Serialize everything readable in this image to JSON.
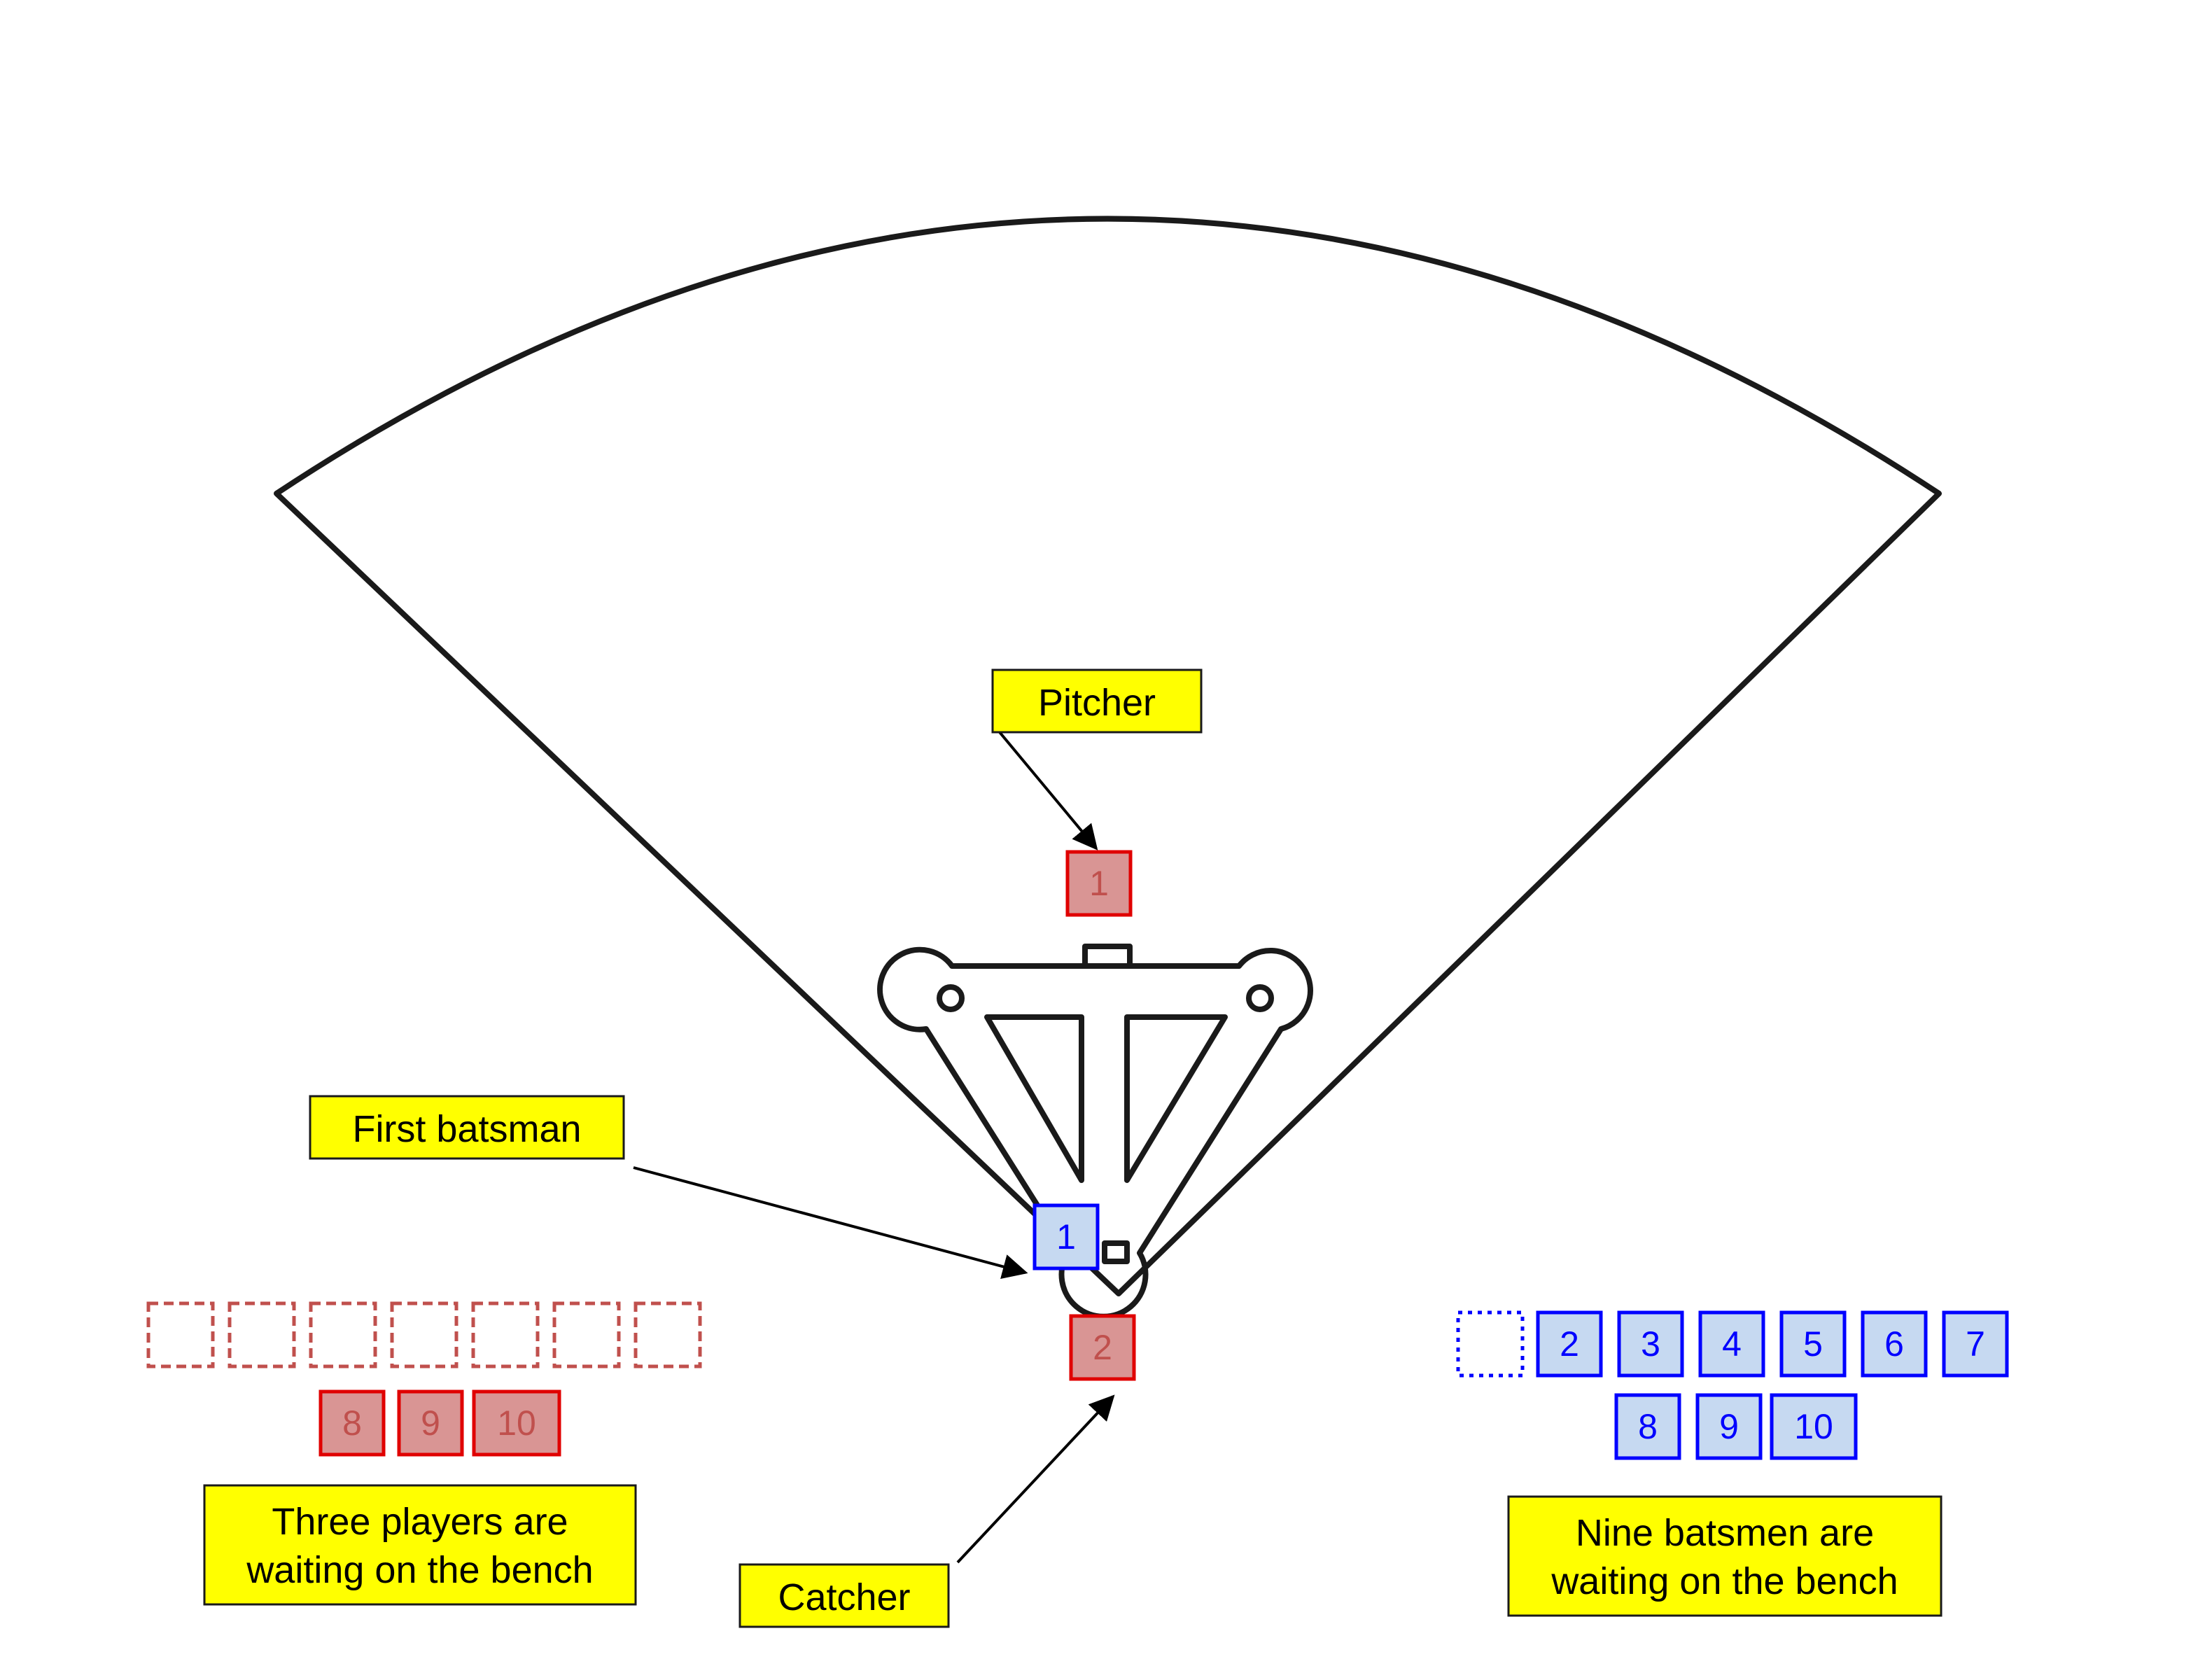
{
  "colors": {
    "label_fill": "#ffff00",
    "fielder_fill": "#d99594",
    "fielder_stroke": "#e00000",
    "fielder_text": "#c0504d",
    "batter_fill": "#c6d9f1",
    "batter_stroke": "#0000ff",
    "batter_text": "#0000ff",
    "bench_empty_red": "#c0504d",
    "bench_empty_blue": "#0000ff"
  },
  "labels": {
    "pitcher": "Pitcher",
    "first_batsman": "First batsman",
    "catcher": "Catcher",
    "fielding_bench": [
      "Three players are",
      "waiting on the bench"
    ],
    "batting_bench": [
      "Nine batsmen are",
      "waiting on the bench"
    ]
  },
  "players": {
    "pitcher": "1",
    "catcher": "2",
    "first_batsman": "1",
    "fielding_bench": [
      "8",
      "9",
      "10"
    ],
    "batting_bench_row1": [
      "2",
      "3",
      "4",
      "5",
      "6",
      "7"
    ],
    "batting_bench_row2": [
      "8",
      "9",
      "10"
    ]
  }
}
